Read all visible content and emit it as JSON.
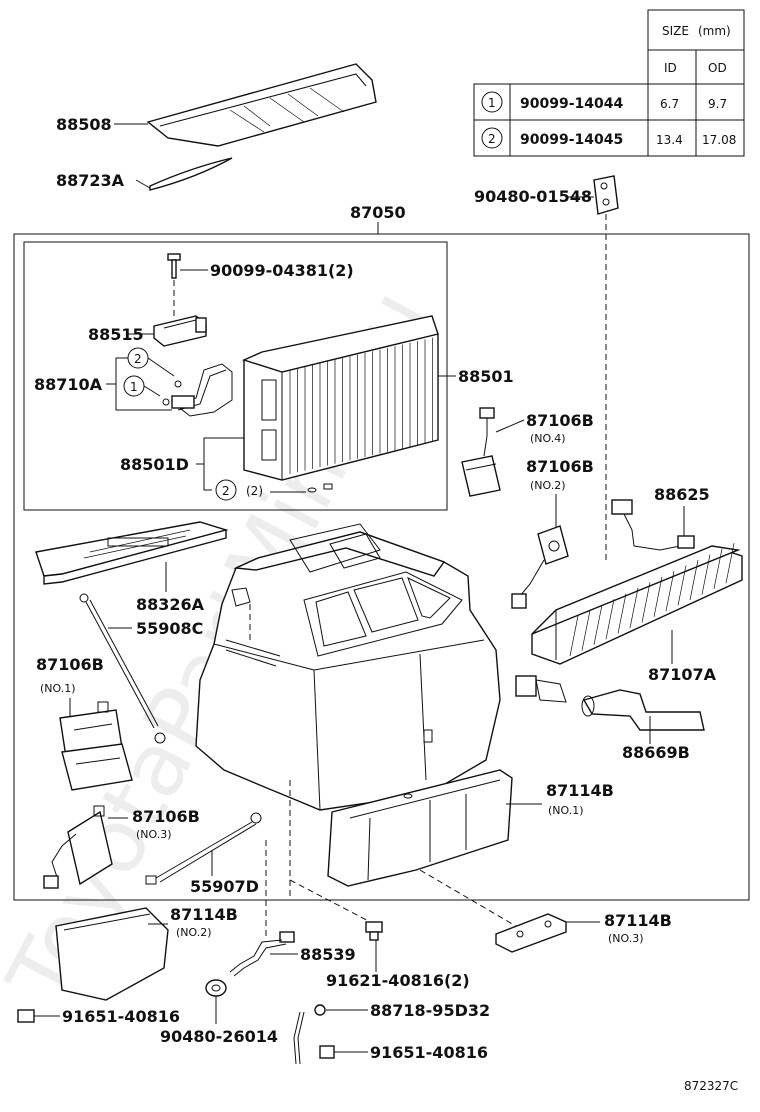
{
  "watermark": "ToyotaPartMine.ru",
  "size_table": {
    "header": "SIZE",
    "unit": "(mm)",
    "col_id": "ID",
    "col_od": "OD",
    "rows": [
      {
        "ref": "1",
        "part": "90099-14044",
        "id": "6.7",
        "od": "9.7"
      },
      {
        "ref": "2",
        "part": "90099-14045",
        "id": "13.4",
        "od": "17.08"
      }
    ]
  },
  "labels": {
    "p88508": "88508",
    "p88723A": "88723A",
    "p90480_01548": "90480-01548",
    "p87050": "87050",
    "p90099_04381": "90099-04381(2)",
    "p88515": "88515",
    "p88710A": "88710A",
    "p88501": "88501",
    "p88501D": "88501D",
    "circle2_qty": "(2)",
    "p87106B_no4": "87106B",
    "p87106B_no4_sub": "(NO.4)",
    "p87106B_no2": "87106B",
    "p87106B_no2_sub": "(NO.2)",
    "p88625": "88625",
    "p88326A": "88326A",
    "p55908C": "55908C",
    "p87107A": "87107A",
    "p87106B_no1": "87106B",
    "p87106B_no1_sub": "(NO.1)",
    "p88669B": "88669B",
    "p87114B_no1": "87114B",
    "p87114B_no1_sub": "(NO.1)",
    "p87106B_no3": "87106B",
    "p87106B_no3_sub": "(NO.3)",
    "p55907D": "55907D",
    "p87114B_no2": "87114B",
    "p87114B_no2_sub": "(NO.2)",
    "p87114B_no3": "87114B",
    "p87114B_no3_sub": "(NO.3)",
    "p88539": "88539",
    "p91621": "91621-40816(2)",
    "p91651_left": "91651-40816",
    "p90480_26014": "90480-26014",
    "p88718": "88718-95D32",
    "p91651_right": "91651-40816",
    "ref_circle_1": "1",
    "ref_circle_2": "2",
    "diagram_code": "872327C"
  }
}
